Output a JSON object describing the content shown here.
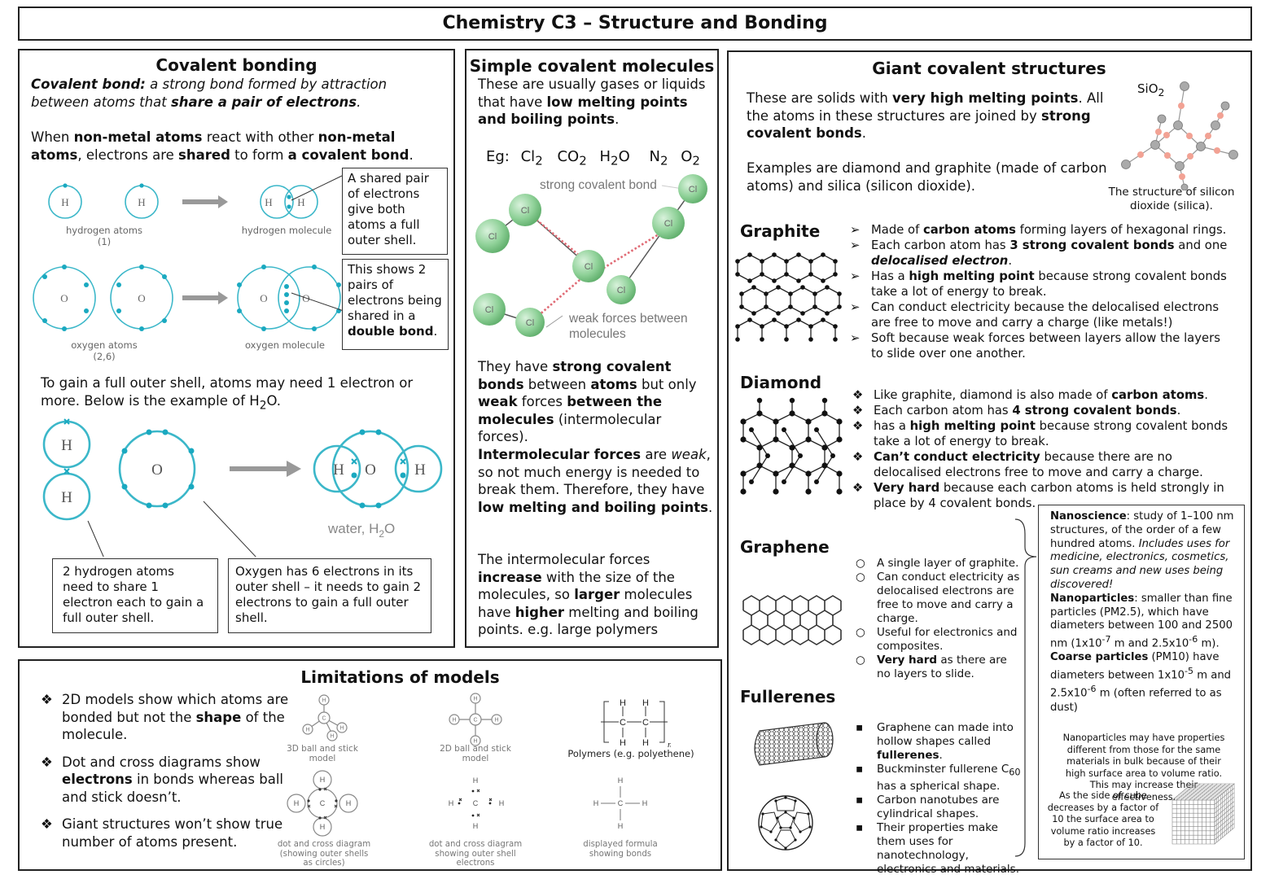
{
  "page_title": "Chemistry C3 – Structure and Bonding",
  "covalent": {
    "heading": "Covalent bonding",
    "def_label": "Covalent bond:",
    "def_1": " a strong bond formed by attraction between atoms that ",
    "def_2": "share a pair of electrons",
    "def_3": ".",
    "when_1": "When ",
    "when_2": "non-metal atoms",
    "when_3": " react with other ",
    "when_4": "non-metal atoms",
    "when_5": ", electrons are ",
    "when_6": "shared",
    "when_7": " to form ",
    "when_8": "a covalent bond",
    "when_9": ".",
    "h_atom": "H",
    "o_atom": "O",
    "hydrogen_atoms": "hydrogen atoms",
    "hydrogen_config": "(1)",
    "hydrogen_molecule": "hydrogen molecule",
    "oxygen_atoms": "oxygen atoms",
    "oxygen_config": "(2,6)",
    "oxygen_molecule": "oxygen molecule",
    "callout_shared": "A shared pair of electrons give both atoms a full outer shell.",
    "callout_double_1": "This shows 2 pairs of electrons being shared in a ",
    "callout_double_2": "double bond",
    "callout_double_3": ".",
    "gain_1": "To gain a full outer shell, atoms may need 1 electron or more. Below is the example of H",
    "gain_sub": "2",
    "gain_2": "O.",
    "water_label_1": "water, H",
    "water_label_sub": "2",
    "water_label_2": "O",
    "callout_h": "2 hydrogen atoms need to share 1 electron each to gain a full outer shell.",
    "callout_o": "Oxygen has 6 electrons in its outer shell – it needs to gain 2 electrons to gain a full outer shell."
  },
  "simple": {
    "heading": "Simple covalent molecules",
    "intro_1": "These are usually gases or liquids that have ",
    "intro_2": "low melting points and boiling points",
    "intro_3": ".",
    "eg": "Eg:",
    "examples": [
      "Cl",
      "CO",
      "H",
      "N",
      "O"
    ],
    "example_subs": [
      "2",
      "2",
      "2",
      "2",
      "2"
    ],
    "example_tail": [
      "",
      "",
      "O",
      "",
      ""
    ],
    "strong_bond_label": "strong covalent bond",
    "weak_forces_label": "weak forces between molecules",
    "cl": "Cl",
    "p1_1": "They have ",
    "p1_2": "strong covalent bonds",
    "p1_3": " between ",
    "p1_4": "atoms",
    "p1_5": " but only ",
    "p1_6": "weak",
    "p1_7": " forces ",
    "p1_8": "between the molecules",
    "p1_9": " (intermolecular forces).",
    "p2_1": "Intermolecular forces",
    "p2_2": " are ",
    "p2_3": "weak",
    "p2_4": ", so not much energy is needed to break them.  Therefore, they have ",
    "p2_5": "low melting and boiling points",
    "p2_6": ".",
    "p3_1": "The intermolecular forces ",
    "p3_2": "increase",
    "p3_3": " with the size of the molecules, so ",
    "p3_4": "larger",
    "p3_5": " molecules have ",
    "p3_6": "higher",
    "p3_7": " melting and boiling points. e.g. large polymers"
  },
  "giant": {
    "heading": "Giant covalent structures",
    "intro_1": "These are solids with ",
    "intro_2": "very high melting points",
    "intro_3": ". All the atoms in these structures are joined by ",
    "intro_4": "strong covalent bonds",
    "intro_5": ".",
    "examples": "Examples are diamond and graphite (made of carbon atoms) and silica (silicon dioxide).",
    "sio2": "SiO",
    "sio2_sub": "2",
    "silica_caption": "The structure of silicon dioxide (silica).",
    "graphite_heading": "Graphite",
    "graphite_points": [
      [
        "Made of ",
        "carbon atoms",
        " forming layers of hexagonal rings."
      ],
      [
        "Each carbon atom has ",
        "3 strong covalent bonds",
        " and one "
      ],
      [
        "Has a ",
        "high melting point",
        " because strong covalent bonds take a lot of energy to break."
      ],
      [
        "Can conduct electricity because the delocalised electrons are free to move and carry a  charge (like metals!)",
        "",
        ""
      ],
      [
        "Soft because weak forces between layers allow the layers to slide over one another.",
        "",
        ""
      ]
    ],
    "delocalised_electron": "delocalised electron",
    "delocalised_dot": ".",
    "diamond_heading": "Diamond",
    "diamond_points": [
      [
        "Like graphite, diamond is also made of ",
        "carbon atoms",
        "."
      ],
      [
        "Each carbon atom has ",
        "4 strong covalent bonds",
        "."
      ],
      [
        "has a ",
        "high melting point",
        " because strong covalent bonds take a lot of energy to break."
      ],
      [
        "",
        "Can’t conduct electricity",
        " because there are no delocalised electrons free to move and carry a charge."
      ],
      [
        "",
        "Very hard",
        " because each carbon atoms is held strongly in place by 4 covalent bonds."
      ]
    ],
    "graphene_heading": "Graphene",
    "graphene_points": [
      [
        "",
        "A single layer of graphite.",
        ""
      ],
      [
        "",
        "Can conduct electricity as delocalised electrons are free to move and carry a charge.",
        ""
      ],
      [
        "",
        "Useful for electronics and composites.",
        ""
      ],
      [
        "Very hard",
        " as there are no layers to slide.",
        ""
      ]
    ],
    "fullerenes_heading": "Fullerenes",
    "fullerene_points": [
      [
        "Graphene can made into hollow shapes called ",
        "fullerenes",
        "."
      ],
      [
        "Buckminster fullerene C",
        "60",
        " has a spherical shape."
      ],
      [
        "Carbon nanotubes are cylindrical shapes.",
        "",
        ""
      ],
      [
        "Their properties make them uses for nanotechnology, electronics and materials.",
        "",
        ""
      ]
    ]
  },
  "nano": {
    "ns_label": "Nanoscience",
    "ns_1": ": study of 1–100 nm structures, of the order of a few hundred atoms. ",
    "ns_2": "Includes uses for medicine, electronics, cosmetics, sun creams and new uses being discovered!",
    "np_label": "Nanoparticles",
    "np_1": ": smaller than fine particles (PM2.5), which have diameters between 100 and 2500 nm (1x10",
    "np_sup1": "-7",
    "np_2": " m and 2.5x10",
    "np_sup2": "-6",
    "np_3": " m).",
    "cp_label": "Coarse particles",
    "cp_1": " (PM10) have diameters between 1x10",
    "cp_sup1": "-5",
    "cp_2": " m and 2.5x10",
    "cp_sup2": "-6",
    "cp_3": " m (often referred to as dust)",
    "props": "Nanoparticles may have properties different from those for the same materials in bulk because of their high surface area to volume ratio. This may increase their effectiveness.",
    "cube": "As the side of cube decreases by a factor of 10 the surface area to volume ratio increases by a factor of 10."
  },
  "limits": {
    "heading": "Limitations of models",
    "points": [
      [
        "2D models show which atoms are bonded but not the ",
        "shape",
        " of the molecule."
      ],
      [
        "Dot and cross diagrams show ",
        "electrons",
        " in bonds whereas ball and stick doesn’t."
      ],
      [
        "Giant structures won’t show true number of atoms present.",
        "",
        ""
      ]
    ],
    "captions": [
      "3D ball and stick model",
      "2D ball and stick model",
      "Polymers (e.g. polyethene)",
      "dot and cross diagram (showing outer shells as circles)",
      "dot and cross diagram showing outer shell electrons",
      "displayed formula showing bonds"
    ],
    "h": "H",
    "c": "C",
    "n": "n"
  }
}
